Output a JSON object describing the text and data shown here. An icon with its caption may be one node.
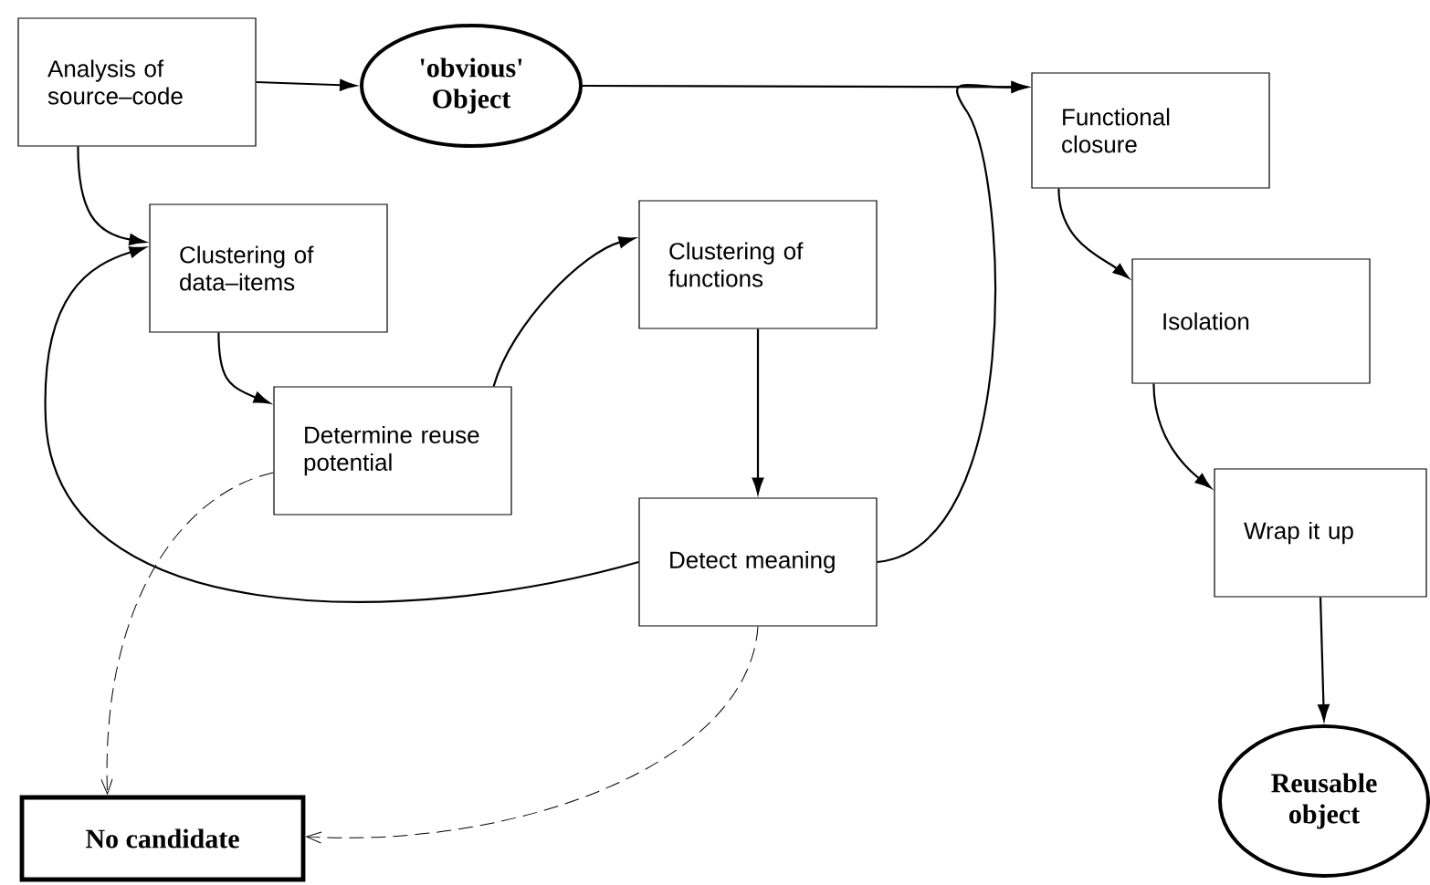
{
  "diagram": {
    "nodes": [
      {
        "text": [
          "Analysis of source–code"
        ]
      },
      {
        "text": [
          "'obvious' Object"
        ]
      },
      {
        "text": [
          "Clustering of data–items"
        ]
      },
      {
        "text": [
          "Determine reuse potential"
        ]
      },
      {
        "text": [
          "Clustering of functions"
        ]
      },
      {
        "text": [
          "Detect meaning"
        ]
      },
      {
        "text": [
          "Functional closure"
        ]
      },
      {
        "text": [
          "Isolation"
        ]
      },
      {
        "text": [
          "Wrap it up"
        ]
      },
      {
        "text": [
          "Reusable object"
        ]
      },
      {
        "text": [
          "No candidate"
        ]
      }
    ],
    "edges": [
      {
        "from": 0,
        "to": 1,
        "arrow": "to"
      },
      {
        "from": 1,
        "to": 6,
        "arrow": "to"
      },
      {
        "from": 0,
        "to": 2,
        "arrow": "to"
      },
      {
        "from": 2,
        "to": 3,
        "arrow": "to"
      },
      {
        "from": 3,
        "to": 4,
        "arrow": "to"
      },
      {
        "from": 4,
        "to": 5,
        "arrow": "to"
      },
      {
        "from": 5,
        "to": 6,
        "arrow": "to"
      },
      {
        "from": 5,
        "to": 2,
        "arrow": "to"
      },
      {
        "from": 3,
        "to": 10,
        "arrow": "to",
        "style": "dashed"
      },
      {
        "from": 5,
        "to": 10,
        "arrow": "to",
        "style": "dashed"
      },
      {
        "from": 6,
        "to": 7,
        "arrow": "to"
      },
      {
        "from": 7,
        "to": 8,
        "arrow": "to"
      },
      {
        "from": 8,
        "to": 9,
        "arrow": "to"
      }
    ]
  }
}
